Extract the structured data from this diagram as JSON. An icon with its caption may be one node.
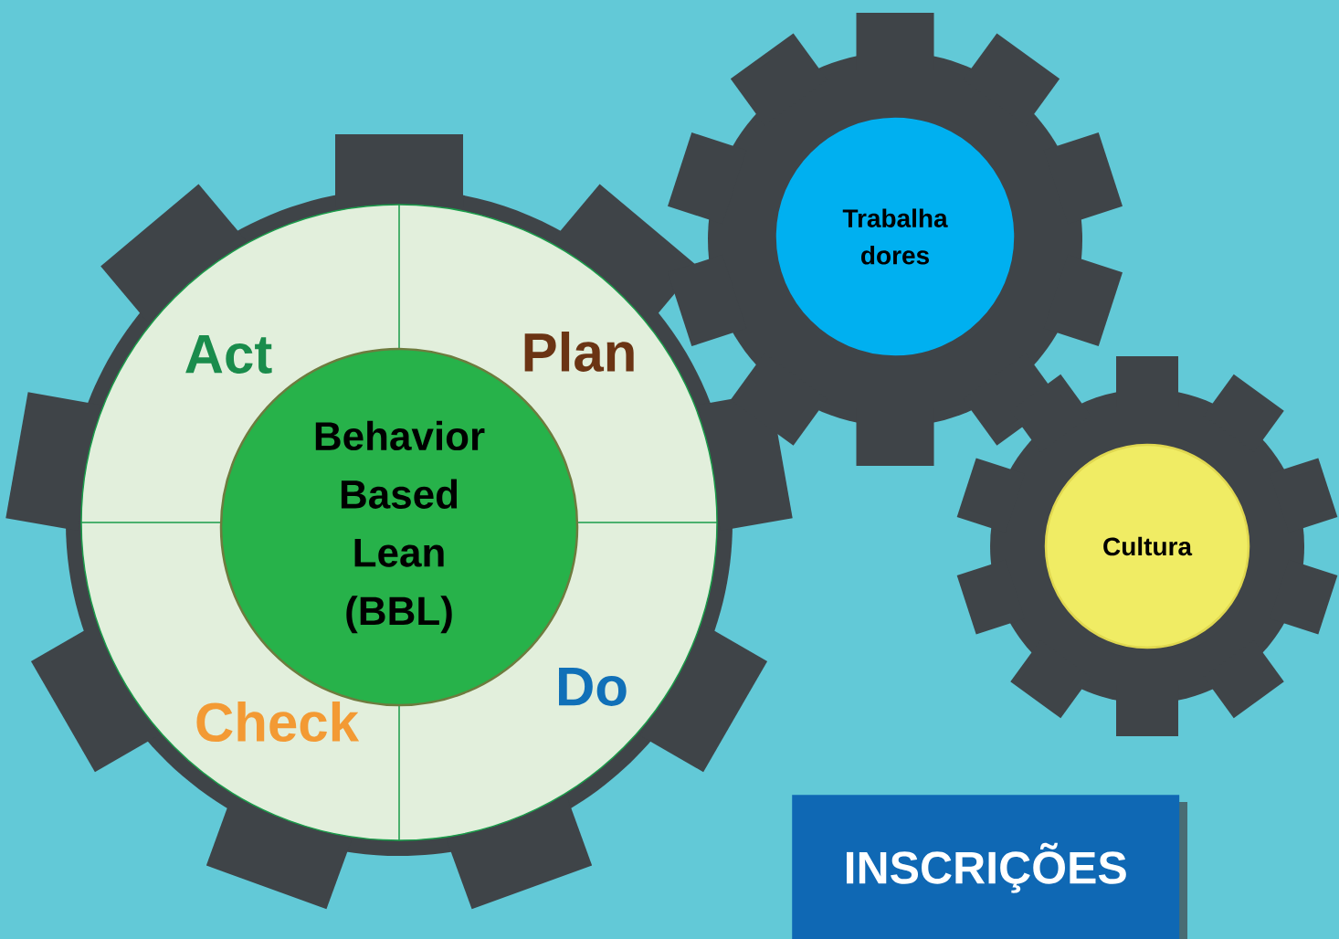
{
  "diagram": {
    "nodes": [
      {
        "text": [
          "Act",
          "Plan",
          "Do",
          "Check"
        ]
      },
      {
        "text": [
          "Behavior Based Lean (BBL)"
        ],
        "in": 0
      },
      {
        "text": [
          "Trabalha dores"
        ]
      },
      {
        "text": [
          "Cultura"
        ]
      },
      {
        "text": [
          "INSCRIÇÕES"
        ]
      }
    ]
  }
}
